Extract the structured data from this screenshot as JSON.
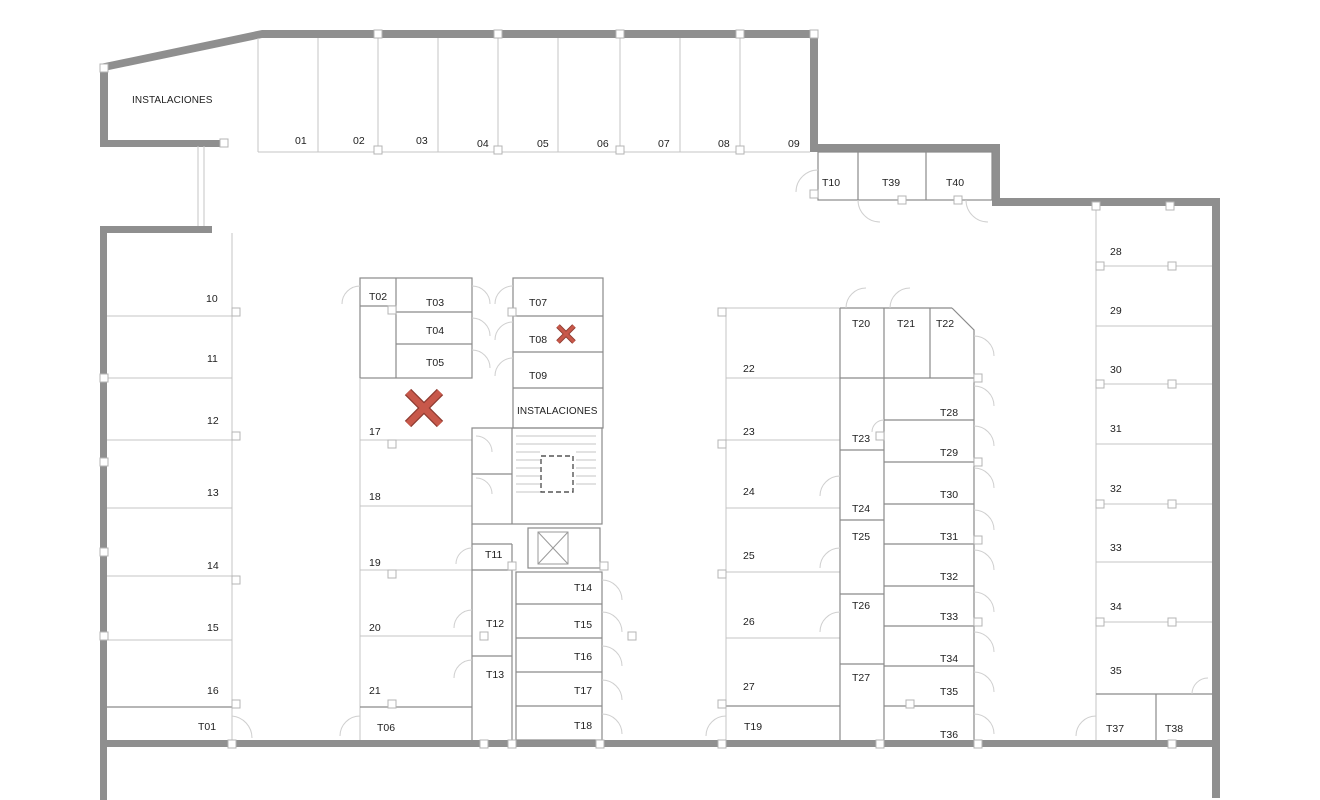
{
  "labels": {
    "instalaciones_top": "INSTALACIONES",
    "instalaciones_core": "INSTALACIONES",
    "p01": "01",
    "p02": "02",
    "p03": "03",
    "p04": "04",
    "p05": "05",
    "p06": "06",
    "p07": "07",
    "p08": "08",
    "p09": "09",
    "p10": "10",
    "p11": "11",
    "p12": "12",
    "p13": "13",
    "p14": "14",
    "p15": "15",
    "p16": "16",
    "p17": "17",
    "p18": "18",
    "p19": "19",
    "p20": "20",
    "p21": "21",
    "p22": "22",
    "p23": "23",
    "p24": "24",
    "p25": "25",
    "p26": "26",
    "p27": "27",
    "p28": "28",
    "p29": "29",
    "p30": "30",
    "p31": "31",
    "p32": "32",
    "p33": "33",
    "p34": "34",
    "p35": "35",
    "t01": "T01",
    "t02": "T02",
    "t03": "T03",
    "t04": "T04",
    "t05": "T05",
    "t06": "T06",
    "t07": "T07",
    "t08": "T08",
    "t09": "T09",
    "t10": "T10",
    "t11": "T11",
    "t12": "T12",
    "t13": "T13",
    "t14": "T14",
    "t15": "T15",
    "t16": "T16",
    "t17": "T17",
    "t18": "T18",
    "t19": "T19",
    "t20": "T20",
    "t21": "T21",
    "t22": "T22",
    "t23": "T23",
    "t24": "T24",
    "t25": "T25",
    "t26": "T26",
    "t27": "T27",
    "t28": "T28",
    "t29": "T29",
    "t30": "T30",
    "t31": "T31",
    "t32": "T32",
    "t33": "T33",
    "t34": "T34",
    "t35": "T35",
    "t36": "T36",
    "t37": "T37",
    "t38": "T38",
    "t39": "T39",
    "t40": "T40"
  },
  "markers": [
    {
      "near": "17",
      "icon": "x-mark-icon"
    },
    {
      "near": "T08",
      "icon": "x-mark-icon"
    }
  ],
  "colors": {
    "wall": "#8f8f8f",
    "marker": "#c8584a"
  }
}
